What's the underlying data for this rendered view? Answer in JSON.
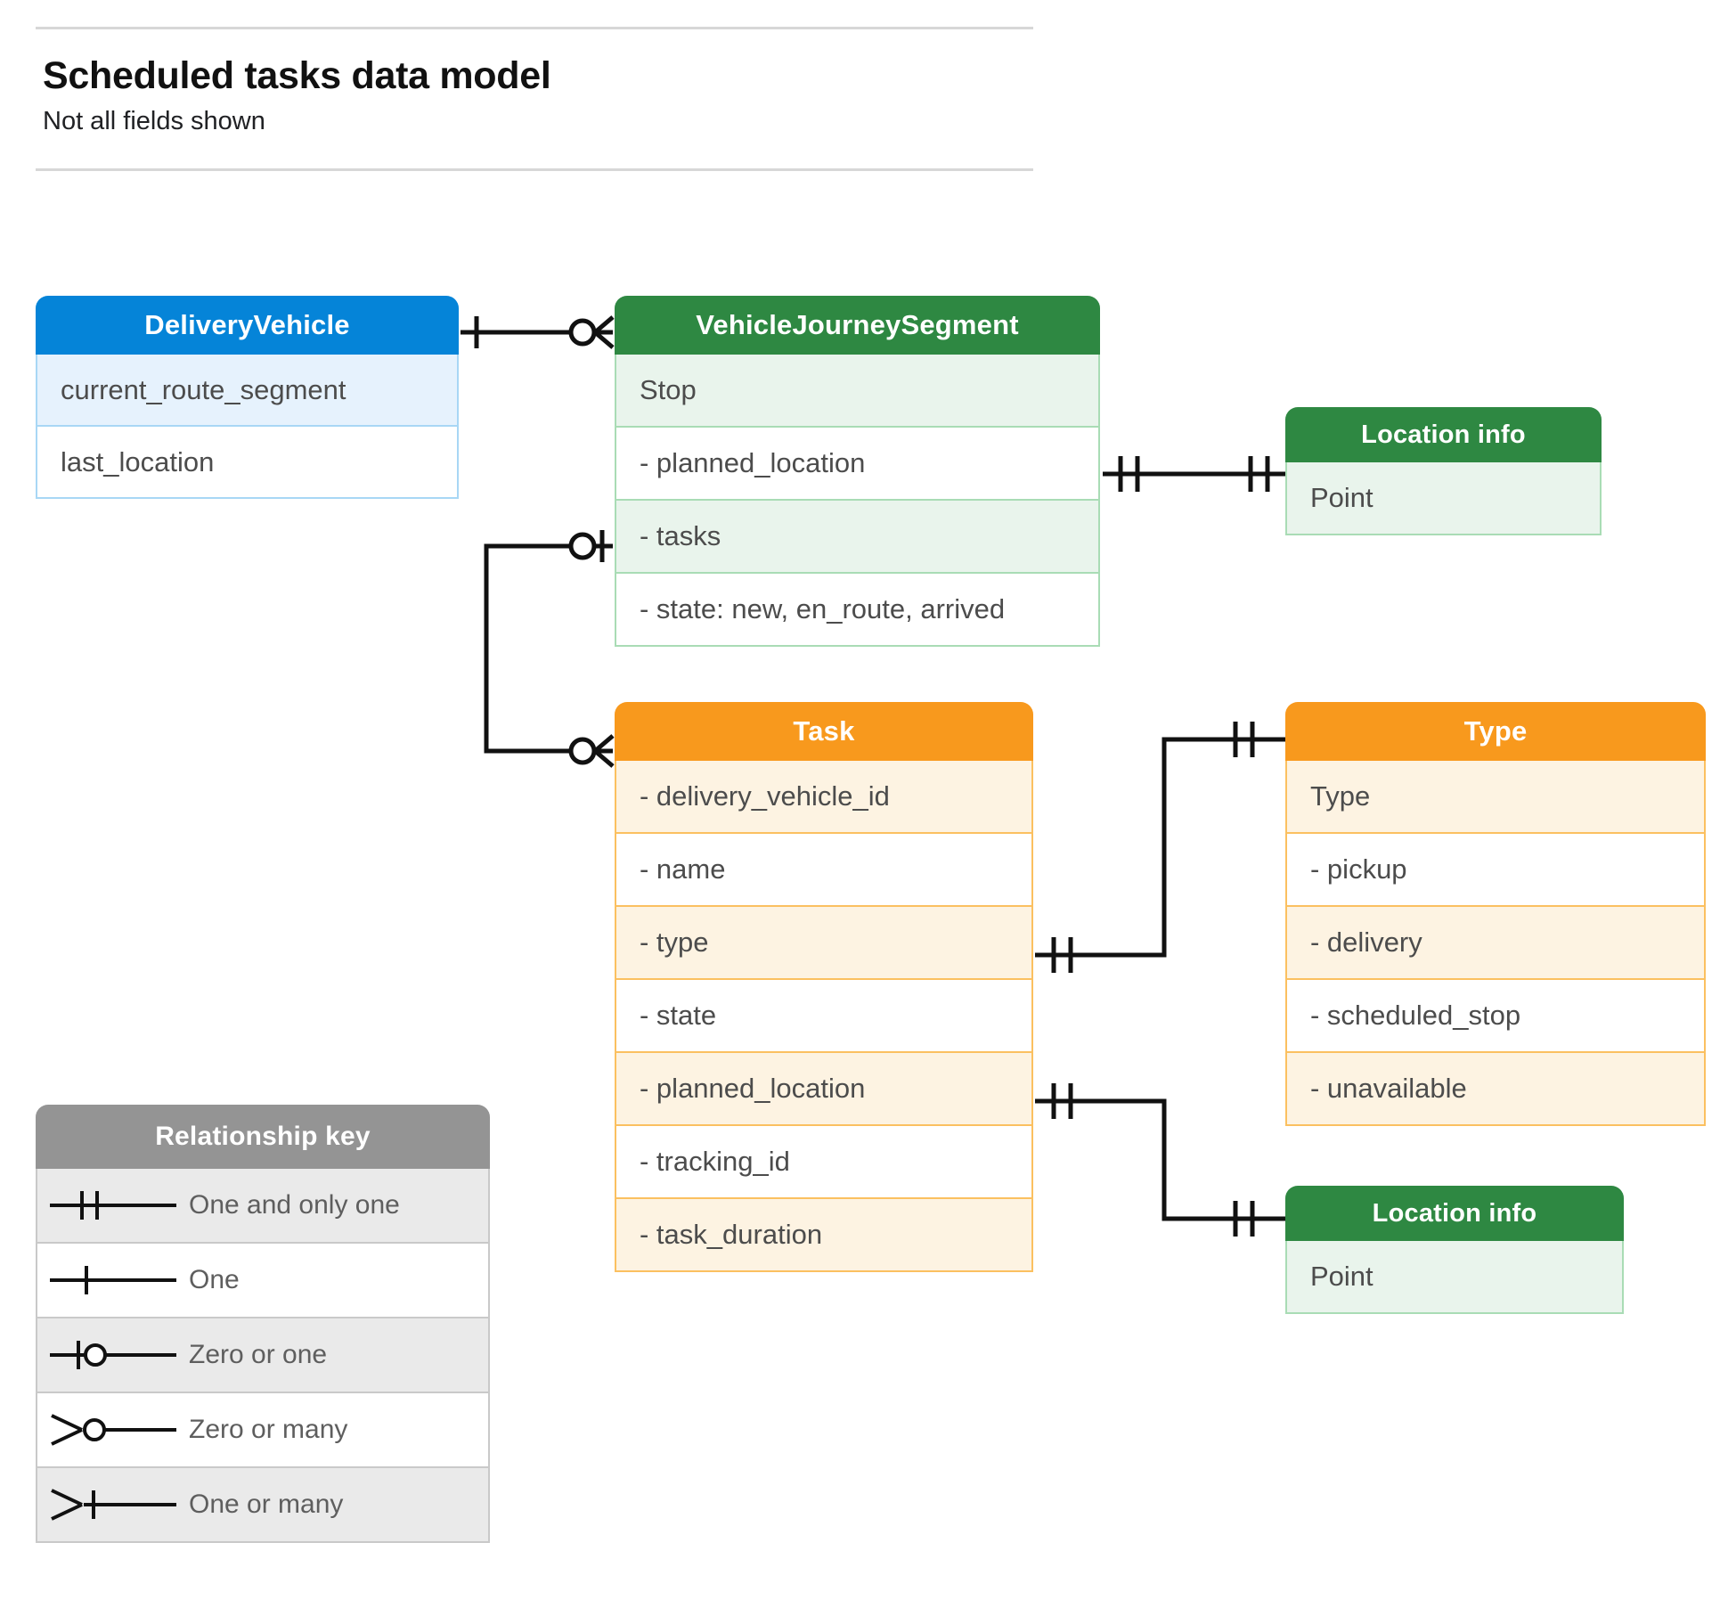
{
  "header": {
    "title": "Scheduled tasks data model",
    "subtitle": "Not all fields shown"
  },
  "entities": {
    "delivery_vehicle": {
      "title": "DeliveryVehicle",
      "color": "#0584d8",
      "rows": [
        "current_route_segment",
        "last_location"
      ]
    },
    "vehicle_journey_segment": {
      "title": "VehicleJourneySegment",
      "color": "#2e8842",
      "rows": [
        "Stop",
        "-  planned_location",
        "- tasks",
        "- state: new, en_route, arrived"
      ]
    },
    "location_info_1": {
      "title": "Location info",
      "color": "#2e8842",
      "rows": [
        "Point"
      ]
    },
    "task": {
      "title": "Task",
      "color": "#f8991d",
      "rows": [
        "- delivery_vehicle_id",
        "- name",
        "- type",
        "- state",
        "- planned_location",
        "- tracking_id",
        "- task_duration"
      ]
    },
    "type": {
      "title": "Type",
      "color": "#f8991d",
      "rows": [
        "Type",
        "-   pickup",
        "-   delivery",
        "-   scheduled_stop",
        "-   unavailable"
      ]
    },
    "location_info_2": {
      "title": "Location info",
      "color": "#2e8842",
      "rows": [
        "Point"
      ]
    }
  },
  "legend": {
    "title": "Relationship key",
    "color": "#949494",
    "items": [
      {
        "symbol": "one-and-only-one",
        "label": "One and only one"
      },
      {
        "symbol": "one",
        "label": "One"
      },
      {
        "symbol": "zero-or-one",
        "label": "Zero or one"
      },
      {
        "symbol": "zero-or-many",
        "label": "Zero or many"
      },
      {
        "symbol": "one-or-many",
        "label": "One or many"
      }
    ]
  },
  "relationships": [
    {
      "from": "DeliveryVehicle",
      "from_cardinality": "one",
      "to": "VehicleJourneySegment",
      "to_cardinality": "zero-or-many"
    },
    {
      "from": "VehicleJourneySegment.planned_location",
      "from_cardinality": "one-and-only-one",
      "to": "Location info",
      "to_cardinality": "one-and-only-one"
    },
    {
      "from": "VehicleJourneySegment.tasks",
      "from_cardinality": "zero-or-one",
      "to": "Task",
      "to_cardinality": "zero-or-many"
    },
    {
      "from": "Task.type",
      "from_cardinality": "one-and-only-one",
      "to": "Type",
      "to_cardinality": "one-and-only-one"
    },
    {
      "from": "Task.planned_location",
      "from_cardinality": "one-and-only-one",
      "to": "Location info",
      "to_cardinality": "one-and-only-one"
    }
  ]
}
